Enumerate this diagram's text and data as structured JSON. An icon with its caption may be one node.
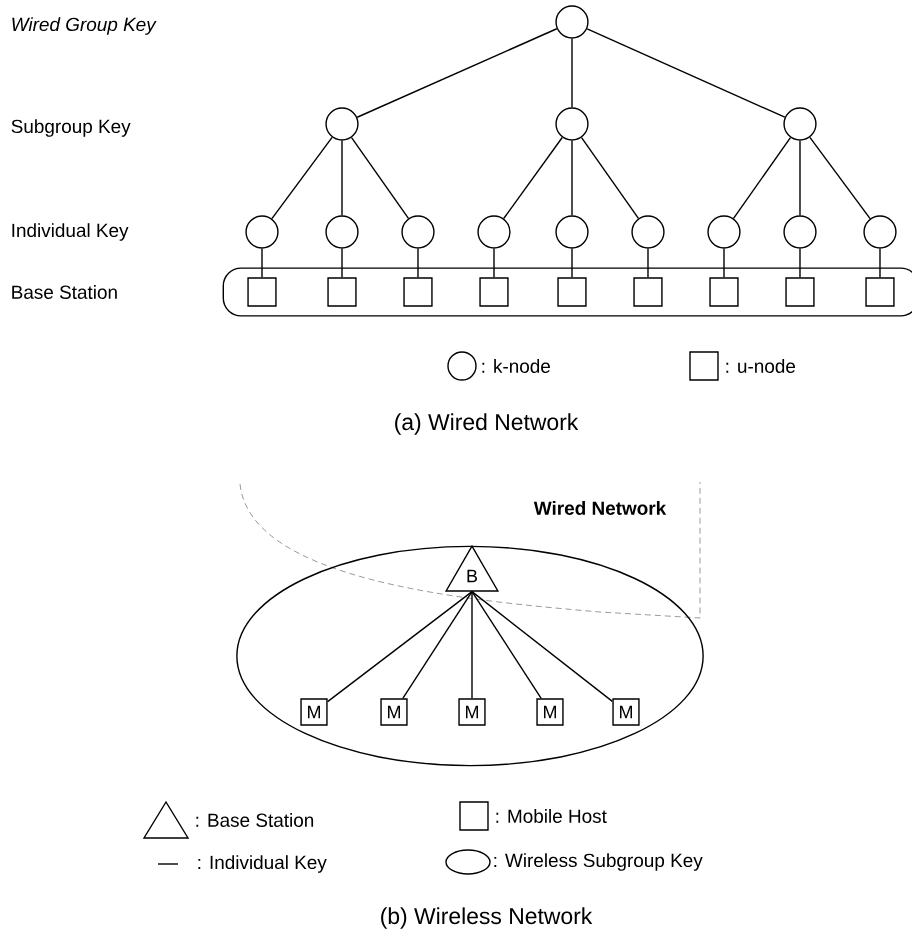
{
  "diagram": {
    "nodes": [
      {
        "text": [],
        "shape": "circle"
      },
      {
        "text": [],
        "shape": "circle"
      },
      {
        "text": [],
        "shape": "circle"
      },
      {
        "text": [],
        "shape": "circle"
      },
      {
        "text": [],
        "shape": "circle"
      },
      {
        "text": [],
        "shape": "circle"
      },
      {
        "text": [],
        "shape": "circle"
      },
      {
        "text": [],
        "shape": "circle"
      },
      {
        "text": [],
        "shape": "circle"
      },
      {
        "text": [],
        "shape": "circle"
      },
      {
        "text": [],
        "shape": "circle"
      },
      {
        "text": [],
        "shape": "circle"
      },
      {
        "text": [],
        "shape": "circle"
      },
      {
        "text": [],
        "shape": "box"
      },
      {
        "text": [],
        "shape": "box",
        "in": 13
      },
      {
        "text": [],
        "shape": "box",
        "in": 13
      },
      {
        "text": [],
        "shape": "box",
        "in": 13
      },
      {
        "text": [],
        "shape": "box",
        "in": 13
      },
      {
        "text": [],
        "shape": "box",
        "in": 13
      },
      {
        "text": [],
        "shape": "box",
        "in": 13
      },
      {
        "text": [],
        "shape": "box",
        "in": 13
      },
      {
        "text": [],
        "shape": "box",
        "in": 13
      },
      {
        "text": [],
        "shape": "box",
        "in": 13
      },
      {
        "text": [
          "Wired Network"
        ]
      },
      {
        "text": [],
        "shape": "ellipse"
      },
      {
        "text": [
          "B"
        ],
        "in": 24
      },
      {
        "text": [
          "M"
        ],
        "in": 24
      },
      {
        "text": [
          "M"
        ],
        "in": 24
      },
      {
        "text": [
          "M"
        ],
        "in": 24
      },
      {
        "text": [
          "M"
        ],
        "in": 24
      },
      {
        "text": [
          "M"
        ],
        "in": 24
      }
    ],
    "edges": [
      {
        "from": 0,
        "to": 1,
        "arrow": "none"
      },
      {
        "from": 0,
        "to": 2,
        "arrow": "none"
      },
      {
        "from": 0,
        "to": 3,
        "arrow": "none"
      },
      {
        "from": 1,
        "to": 4,
        "arrow": "none"
      },
      {
        "from": 1,
        "to": 5,
        "arrow": "none"
      },
      {
        "from": 1,
        "to": 6,
        "arrow": "none"
      },
      {
        "from": 2,
        "to": 7,
        "arrow": "none"
      },
      {
        "from": 2,
        "to": 8,
        "arrow": "none"
      },
      {
        "from": 2,
        "to": 9,
        "arrow": "none"
      },
      {
        "from": 3,
        "to": 10,
        "arrow": "none"
      },
      {
        "from": 3,
        "to": 11,
        "arrow": "none"
      },
      {
        "from": 3,
        "to": 12,
        "arrow": "none"
      },
      {
        "from": 4,
        "to": 14,
        "arrow": "none"
      },
      {
        "from": 5,
        "to": 15,
        "arrow": "none"
      },
      {
        "from": 6,
        "to": 16,
        "arrow": "none"
      },
      {
        "from": 7,
        "to": 17,
        "arrow": "none"
      },
      {
        "from": 8,
        "to": 18,
        "arrow": "none"
      },
      {
        "from": 9,
        "to": 19,
        "arrow": "none"
      },
      {
        "from": 10,
        "to": 20,
        "arrow": "none"
      },
      {
        "from": 11,
        "to": 21,
        "arrow": "none"
      },
      {
        "from": 12,
        "to": 22,
        "arrow": "none"
      },
      {
        "from": 25,
        "to": 26,
        "arrow": "none"
      },
      {
        "from": 25,
        "to": 27,
        "arrow": "none"
      },
      {
        "from": 25,
        "to": 28,
        "arrow": "none"
      },
      {
        "from": 25,
        "to": 29,
        "arrow": "none"
      },
      {
        "from": 25,
        "to": 30,
        "arrow": "none"
      }
    ],
    "labels": [
      "Wired Group Key",
      "Subgroup Key",
      "Individual Key",
      "Base Station",
      "(a) Wired Network",
      "(b) Wireless Network"
    ],
    "legend": [
      {
        "text": ": k-node"
      },
      {
        "text": ": u-node"
      },
      {
        "text": ": Base Station"
      },
      {
        "text": ": Mobile Host"
      },
      {
        "text": ": Individual Key"
      },
      {
        "text": ": Wireless Subgroup Key"
      }
    ]
  }
}
